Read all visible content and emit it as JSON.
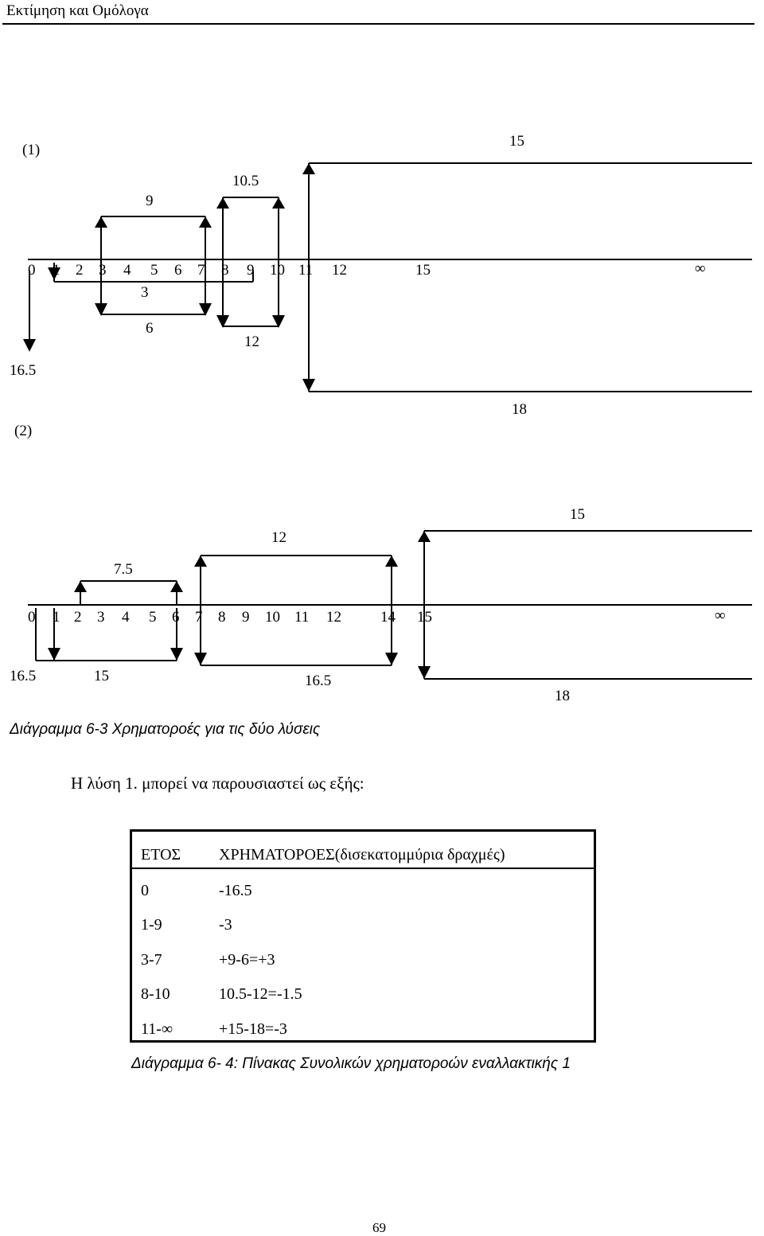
{
  "header": {
    "title": "Εκτίμηση και Ομόλογα"
  },
  "diagram1": {
    "label": "(1)",
    "axis": [
      "0",
      "1",
      "2",
      "3",
      "4",
      "5",
      "6",
      "7",
      "8",
      "9",
      "10",
      "11",
      "12",
      "15"
    ],
    "infinity": "∞",
    "values": {
      "top_15": "15",
      "top_105": "10.5",
      "top_9": "9",
      "mid_3": "3",
      "bot_6": "6",
      "bot_12": "12",
      "bot_165": "16.5",
      "bot_18": "18"
    }
  },
  "diagram2": {
    "label": "(2)",
    "axis": [
      "0",
      "1",
      "2",
      "3",
      "4",
      "5",
      "6",
      "7",
      "8",
      "9",
      "10",
      "11",
      "12",
      "14",
      "15"
    ],
    "infinity": "∞",
    "values": {
      "top_15": "15",
      "top_12": "12",
      "top_75": "7.5",
      "bot_165a": "16.5",
      "bot_15": "15",
      "bot_165b": "16.5",
      "bot_18": "18"
    }
  },
  "caption1": "Διάγραμμα 6-3 Χρηματοροές για τις δύο λύσεις",
  "intro_text": "Η λύση 1. μπορεί να παρουσιαστεί ως εξής:",
  "table": {
    "headers": [
      "ΕΤΟΣ",
      "ΧΡΗΜΑΤΟΡΟΕΣ(δισεκατομμύρια δραχμές)"
    ],
    "rows": [
      [
        "0",
        "-16.5"
      ],
      [
        "1-9",
        "-3"
      ],
      [
        "3-7",
        "+9-6=+3"
      ],
      [
        "8-10",
        "10.5-12=-1.5"
      ],
      [
        "11-∞",
        "+15-18=-3"
      ]
    ]
  },
  "caption2": "Διάγραμμα 6- 4: Πίνακας Συνολικών  χρηματοροών εναλλακτικής 1",
  "page_number": "69"
}
